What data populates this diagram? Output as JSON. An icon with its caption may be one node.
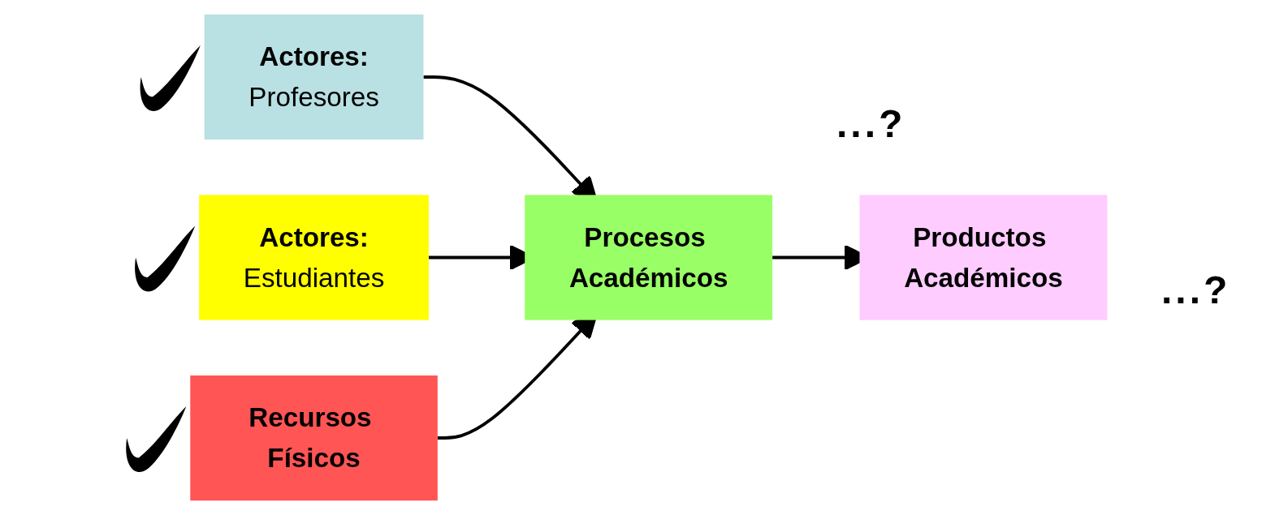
{
  "diagram": {
    "nodes": [
      {
        "text": [
          "Actores:",
          "Profesores"
        ]
      },
      {
        "text": [
          "Actores:",
          "Estudiantes"
        ]
      },
      {
        "text": [
          "Procesos Académicos"
        ]
      },
      {
        "text": [
          "Productos Académicos"
        ]
      },
      {
        "text": [
          "Recursos Físicos"
        ]
      }
    ],
    "edges": [
      {
        "from": 0,
        "to": 2,
        "arrow": "to"
      },
      {
        "from": 1,
        "to": 2,
        "arrow": "to"
      },
      {
        "from": 2,
        "to": 3,
        "arrow": "to"
      },
      {
        "from": 4,
        "to": 2,
        "arrow": "to"
      }
    ],
    "labels": [
      "...?",
      "...?"
    ]
  }
}
